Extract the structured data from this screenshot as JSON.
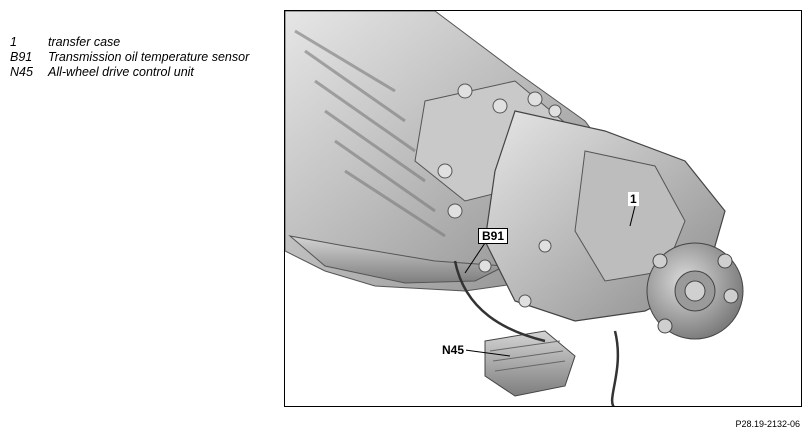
{
  "legend": [
    {
      "code": "1",
      "text": "transfer case"
    },
    {
      "code": "B91",
      "text": "Transmission oil temperature sensor"
    },
    {
      "code": "N45",
      "text": "All-wheel drive control unit"
    }
  ],
  "callouts": {
    "one": "1",
    "b91": "B91",
    "n45": "N45"
  },
  "reference": "P28.19-2132-06"
}
